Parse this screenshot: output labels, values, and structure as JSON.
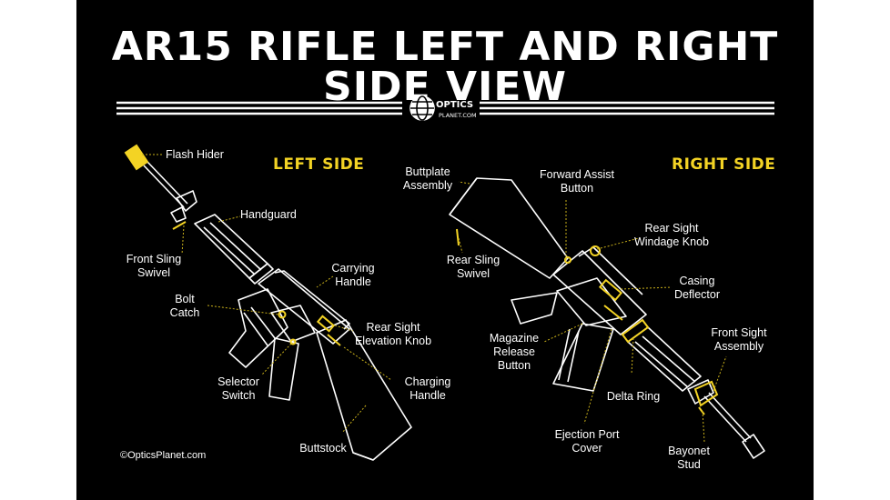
{
  "title": "AR15 RIFLE LEFT AND RIGHT SIDE VIEW",
  "logo": {
    "line1": "OPTICS",
    "line2": "PLANET.COM",
    "icon": "globe-icon"
  },
  "colors": {
    "background": "#000000",
    "outline": "#ffffff",
    "accent": "#f3d324",
    "leader": "#c9b01a"
  },
  "left_side": {
    "heading": "LEFT SIDE",
    "callouts": [
      {
        "id": "flash-hider",
        "text": "Flash Hider"
      },
      {
        "id": "handguard",
        "text": "Handguard"
      },
      {
        "id": "front-sling-swivel",
        "text": "Front Sling\nSwivel"
      },
      {
        "id": "carrying-handle",
        "text": "Carrying\nHandle"
      },
      {
        "id": "bolt-catch",
        "text": "Bolt\nCatch"
      },
      {
        "id": "rear-sight-elevation-knob",
        "text": "Rear Sight\nElevation Knob"
      },
      {
        "id": "selector-switch",
        "text": "Selector\nSwitch"
      },
      {
        "id": "charging-handle",
        "text": "Charging\nHandle"
      },
      {
        "id": "buttstock",
        "text": "Buttstock"
      }
    ]
  },
  "right_side": {
    "heading": "RIGHT SIDE",
    "callouts": [
      {
        "id": "buttplate-assembly",
        "text": "Buttplate\nAssembly"
      },
      {
        "id": "forward-assist-button",
        "text": "Forward Assist\nButton"
      },
      {
        "id": "rear-sight-windage-knob",
        "text": "Rear Sight\nWindage Knob"
      },
      {
        "id": "rear-sling-swivel",
        "text": "Rear Sling\nSwivel"
      },
      {
        "id": "casing-deflector",
        "text": "Casing\nDeflector"
      },
      {
        "id": "front-sight-assembly",
        "text": "Front Sight\nAssembly"
      },
      {
        "id": "magazine-release-button",
        "text": "Magazine\nRelease\nButton"
      },
      {
        "id": "delta-ring",
        "text": "Delta Ring"
      },
      {
        "id": "ejection-port-cover",
        "text": "Ejection Port\nCover"
      },
      {
        "id": "bayonet-stud",
        "text": "Bayonet\nStud"
      }
    ]
  },
  "copyright": "©OpticsPlanet.com"
}
